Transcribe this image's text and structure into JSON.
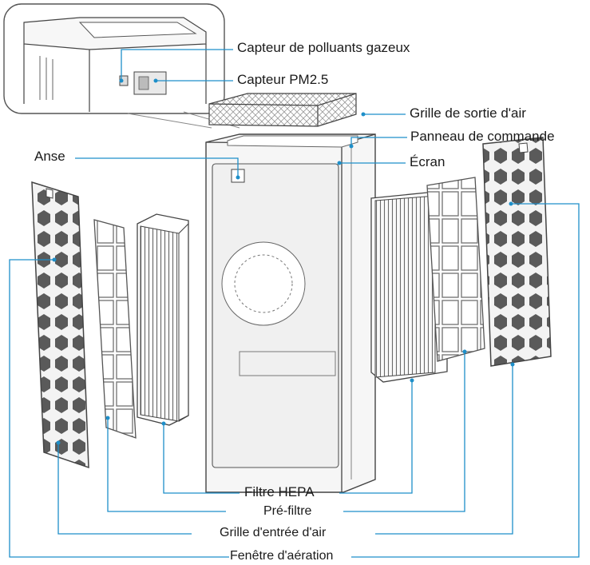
{
  "labels": {
    "gas_sensor": "Capteur de polluants gazeux",
    "pm25_sensor": "Capteur PM2.5",
    "air_outlet_grille": "Grille de sortie d'air",
    "control_panel": "Panneau de commande",
    "handle": "Anse",
    "screen": "Écran",
    "hepa_filter": "Filtre HEPA",
    "pre_filter": "Pré-filtre",
    "air_inlet_grille": "Grille d'entrée d'air",
    "vent_window": "Fenêtre d'aération"
  },
  "colors": {
    "leader_line": "#1e8fc9",
    "outline": "#444444",
    "fill": "#f6f6f6",
    "text": "#1a1a1a"
  }
}
